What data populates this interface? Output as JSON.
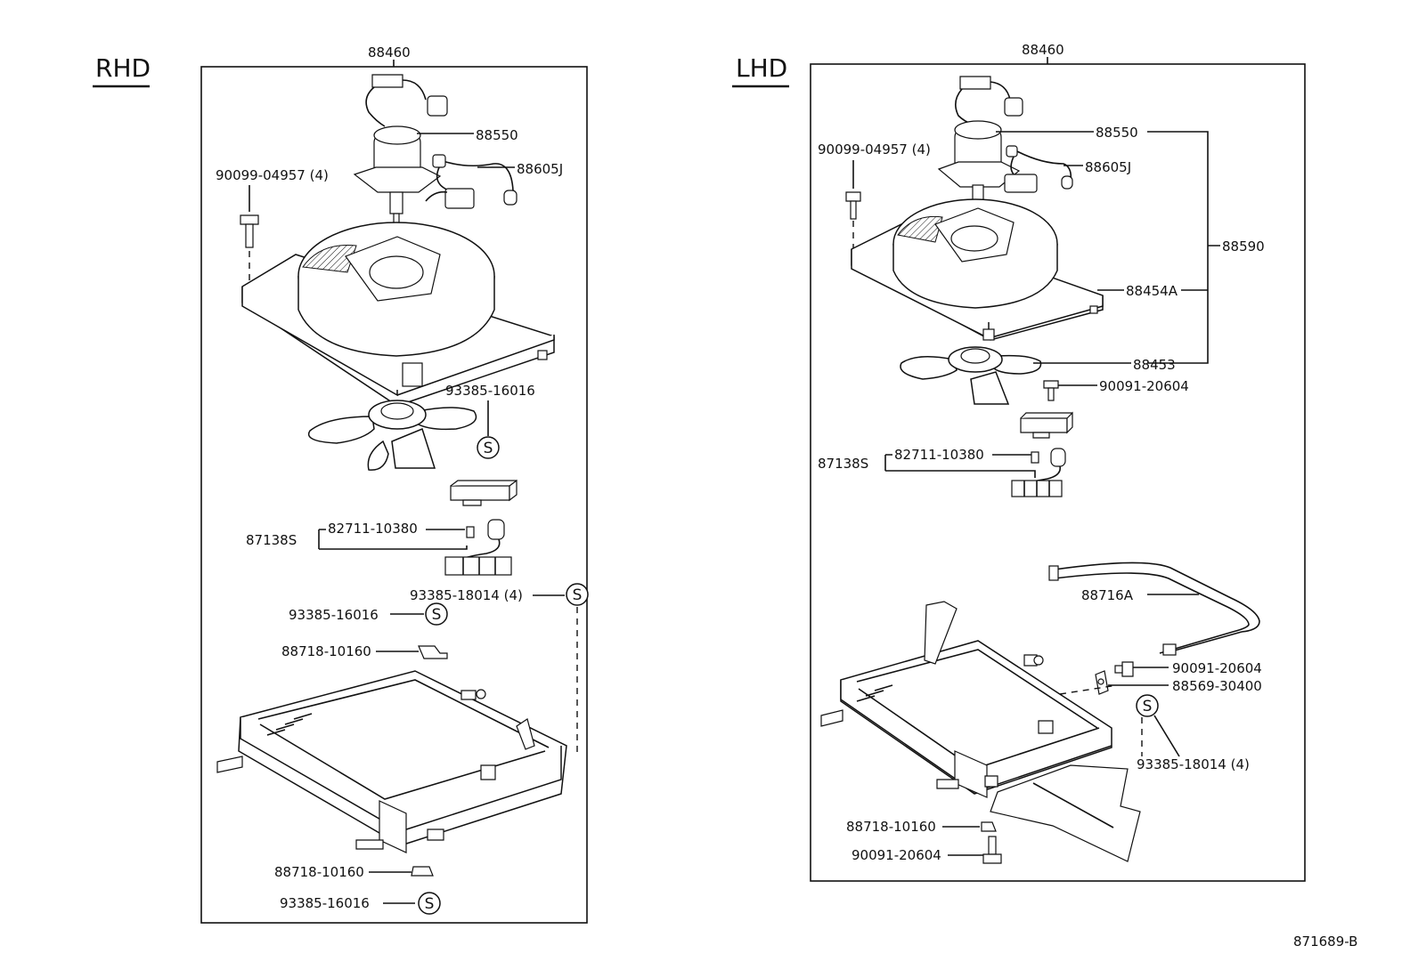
{
  "rhd": {
    "header": "RHD",
    "assembly": "88460",
    "motor": "88550",
    "harness": "88605J",
    "screw": "90099-04957 (4)",
    "fan_screw": "93385-16016",
    "relay_group": "87138S",
    "relay": "82711-10380",
    "bolt_set": "93385-18014 (4)",
    "screw_b": "93385-16016",
    "clamp_top": "88718-10160",
    "clamp_bottom": "88718-10160",
    "screw_c": "93385-16016",
    "s_mark": "S"
  },
  "lhd": {
    "header": "LHD",
    "assembly": "88460",
    "screw": "90099-04957 (4)",
    "motor": "88550",
    "harness": "88605J",
    "subassembly": "88590",
    "shroud": "88454A",
    "fan": "88453",
    "bolt_fan": "90091-20604",
    "relay_group": "87138S",
    "relay": "82711-10380",
    "pipe": "88716A",
    "bolt_pipe": "90091-20604",
    "bracket": "88569-30400",
    "bolt_set": "93385-18014 (4)",
    "clamp": "88718-10160",
    "bolt_bottom": "90091-20604",
    "s_mark": "S"
  },
  "figure_code": "871689-B"
}
